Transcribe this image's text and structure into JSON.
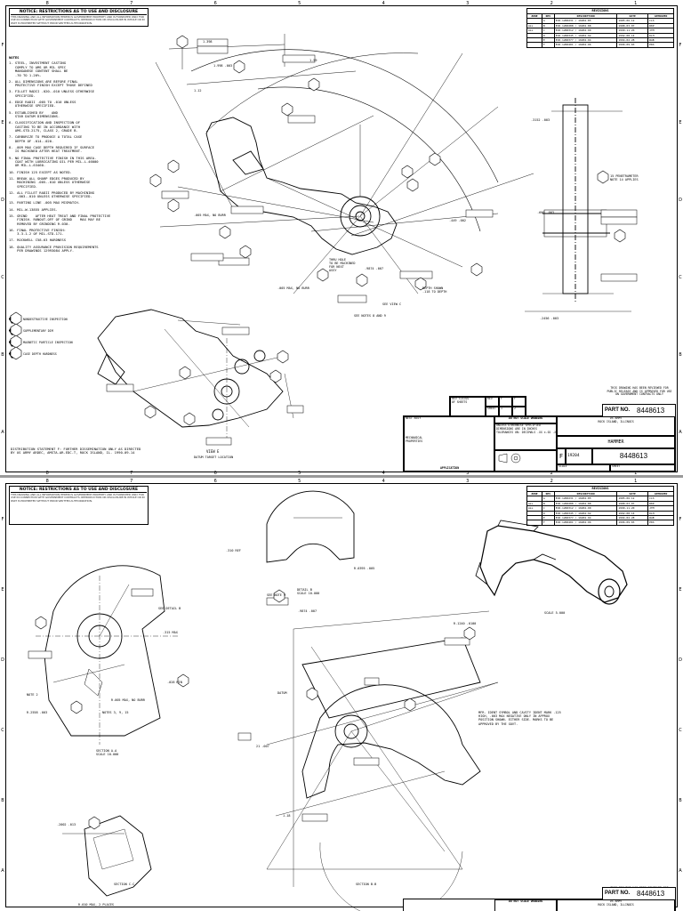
{
  "notice": {
    "title": "NOTICE: RESTRICTIONS AS TO USE AND DISCLOSURE",
    "body": "THIS DRAWING AND ALL INFORMATION HEREIN IS GOVERNMENT PROPERTY AND IS FURNISHED ONLY FOR USE IN CONNECTION WITH GOVERNMENT CONTRACTS. REPRODUCTION OR DISCLOSURE IN WHOLE OR IN PART IS PROHIBITED WITHOUT PRIOR WRITTEN AUTHORIZATION."
  },
  "notes": {
    "heading": "NOTES",
    "items": [
      "1. STEEL, INVESTMENT CASTING\n   COMPLY TO AMS OR MIL SPEC\n   MANGANESE CONTENT SHALL BE\n   .70 TO 1.20%.",
      "2. ALL DIMENSIONS ARE BEFORE FINAL\n   PROTECTIVE FINISH EXCEPT THOSE DEFINED",
      "3. FILLET RADII .020-.010 UNLESS OTHERWISE\n   SPECIFIED.",
      "4. EDGE RADII .005 TO .010 UNLESS\n   OTHERWISE SPECIFIED.",
      "5. ESTABLISHED BY    AND\n   STAR DATUM DIMENSIONS.",
      "6. CLASSIFICATION AND INSPECTION OF\n   CASTING TO BE IN ACCORDANCE WITH\n   AMS-STD-2175, CLASS 2, GRADE B.",
      "7. CARBURIZE TO PRODUCE A TOTAL CASE\n   DEPTH OF .014-.020.",
      "8. .009 MAX CASE DEPTH REQUIRED IF SURFACE\n   IS MACHINED AFTER HEAT TREATMENT.",
      "9. NO FINAL PROTECTIVE FINISH IN THIS AREA.\n   COAT WITH LUBRICATING OIL PER MIL-L-46000\n   OR MIL-L-63460.",
      "10. FINISH 125 EXCEPT AS NOTED.",
      "11. BREAK ALL SHARP EDGES PRODUCED BY\n    MACHINING .005-.010 UNLESS OTHERWISE\n    SPECIFIED.",
      "12. ALL FILLET RADII PRODUCED BY MACHINING\n    .003-.010 UNLESS OTHERWISE SPECIFIED.",
      "13. PARTING LINE .005 MAX MISMATCH.",
      "14. MIL-W-13855 APPLIES.",
      "15. GRIND    AFTER HEAT TREAT AND FINAL PROTECTIVE\n    FINISH. RUNOUT-OFF OF GRIND    MAX MAY BE\n    REMOVED BY GRINDING R.030.",
      "16. FINAL PROTECTIVE FINISH:\n    3.3.1.2 OF MIL-STD-171.",
      "17. ROCKWELL C58-63 HARDNESS",
      "18. QUALITY ASSURANCE PROVISION REQUIREMENTS\n    PER DRAWINGS 12993084 APPLY."
    ]
  },
  "legend": [
    "NONDESTRUCTIVE INSPECTION",
    "SUPPLEMENTARY DIM",
    "MAGNETIC PARTICLE INSPECTION",
    "CASE DEPTH HARDNESS"
  ],
  "revisions": {
    "title": "REVISIONS",
    "headers": [
      "ZONE",
      "REV",
      "DESCRIPTION",
      "DATE",
      "APPROVED"
    ],
    "rows": [
      [
        "",
        "A",
        "ECR-12R0231 / 19204-85",
        "1985-06-12",
        "CLS"
      ],
      [
        "ALL",
        "B",
        "ECR-12R0288 / 19204-88",
        "1988-03-07",
        "RKP"
      ],
      [
        "ALL",
        "C",
        "ECR-12R0312 / 19204-90",
        "1990-11-20",
        "JTM"
      ],
      [
        "",
        "D",
        "ECR-12R0345 / 19204-92",
        "1992-08-14",
        "DLH"
      ],
      [
        "",
        "E",
        "ECR-12R0377 / 19204-94",
        "1994-02-28",
        "WAB"
      ],
      [
        "",
        "F",
        "ECR-12R0401 / 19204-96",
        "1996-09-03",
        "PKS"
      ]
    ]
  },
  "distribution": "DISTRIBUTION STATEMENT F: FURTHER DISSEMINATION ONLY AS DIRECTED BY US ARMY ARDEC, AMSTA-AR-EDC-T, ROCK ISLAND, IL. 1990-09-14",
  "view_labels": {
    "view_e": "VIEW E",
    "view_e_sub": "DATUM TARGET LOCATION",
    "see_view_c": "SEE VIEW C",
    "see_notes": "SEE NOTES 8 AND 9",
    "penetrameter": "15 PENETRAMETER\nNOTE 14 APPLIES",
    "detail_b": "DETAIL B\nSCALE 10.000",
    "section_aa": "SECTION A-A\nSCALE 10.000",
    "section_bb": "SECTION B-B",
    "section_cc": "SECTION C-C",
    "scale_iso": "SCALE 5.000",
    "see_detail_b": "SEE DETAIL B",
    "see_note_9": "SEE NOTE 9",
    "note_2": "NOTE 2",
    "notes_3_9_15": "NOTES 3, 9, 15",
    "datum": "DATUM",
    "idmark": "MFR. IDENT SYMBOL AND CAVITY IDENT MARK .125 HIGH, .003 MAX NEGATIVE ONLY IN APPROX POSITION SHOWN. EITHER SIDE. MARKS TO BE APPROVED BY THE GOVT.",
    "burr": ".005 MAX, NO BURR",
    "burr2": ".005 MAX, NO BURR",
    "burr3": "R.005 MAX, NO BURR",
    "two_places": "R.010 MAX, 2 PLACES",
    "hole_note": "THRU HOLE\nTO BE MACHINED\nFOR NEXT\nASSY",
    "depth_note": "DEPTH SHOWN\n.118 TO DEPTH",
    "dims": {
      "d1": "1.398",
      "d2": "1.998 .003",
      "d3": "1.12",
      "d4": "1.59",
      "d5": ".3152 .003",
      "d6": ".600 .003",
      "d7": ".2456 .003",
      "d8": ".310 REF",
      "d9": ".9874 .007",
      "d10": "R.1240 .0100",
      "d11": "R.0395 .005",
      "d12": "1.18",
      "d13": "21 .007",
      "d14": ".449 .002",
      "d15": ".315 MAX",
      "d16": "R.2558 .003",
      "d17": ".2002 .013",
      "d18": ".028 MIN"
    }
  },
  "approval_stamp": "THIS DRAWING HAS BEEN REVIEWED FOR PUBLIC RELEASE AND IS APPROVED FOR USE ON GOVERNMENT CONTRACTS ONLY",
  "titleblock": {
    "do_not_scale": "DO NOT SCALE DRAWING",
    "title": "HAMMER",
    "part_no_label": "PART NO.",
    "part_no": "8448613",
    "size": "F",
    "cage": "19204",
    "org": "US ARMY\nROCK ISLAND, ILLINOIS",
    "application": "APPLICATION",
    "scale_label": "SCALE",
    "sheet_label": "SHEET",
    "rev_status": "REV STATUS\nOF SHEETS",
    "rev_label": "REV",
    "sheet_nums": [
      "1",
      "2"
    ],
    "rev_vals": [
      "F",
      "F"
    ],
    "tolerances": "UNLESS OTHERWISE SPECIFIED\nDIMENSIONS ARE IN INCHES\nTOLERANCES ON: DECIMALS .XX ±.02 .XXX ±.005",
    "material": "MECHANICAL\nPROPERTIES",
    "next_assy": "NEXT ASSY",
    "used_on": "USED ON"
  },
  "zone_numbers": [
    "8",
    "7",
    "6",
    "5",
    "4",
    "3",
    "2",
    "1"
  ],
  "zone_letters": [
    "F",
    "E",
    "D",
    "C",
    "B",
    "A"
  ]
}
